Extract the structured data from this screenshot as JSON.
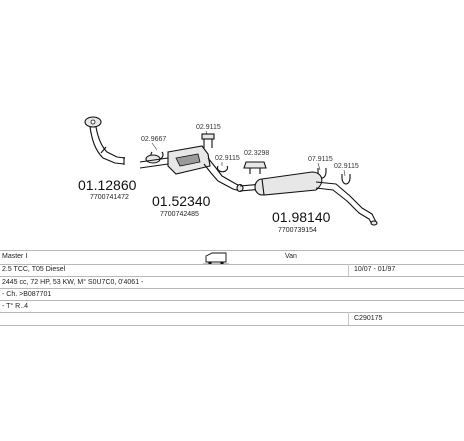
{
  "parts": [
    {
      "number": "01.12860",
      "oe": "7700741472"
    },
    {
      "number": "01.52340",
      "oe": "7700742485"
    },
    {
      "number": "01.98140",
      "oe": "7700739154"
    }
  ],
  "clamps": [
    "02.9667",
    "02.9115",
    "02.9115",
    "02.3298",
    "07.9115",
    "02.9115"
  ],
  "info": {
    "model": "Master I",
    "body": "Van",
    "engine": "2.5 TCC, T05 Diesel",
    "years": "10/07 - 01/97",
    "spec": "2445 cc, 72 HP, 53 KW, M° S0U7C0, 0'4061 -",
    "chassis": "- Ch. >B087701",
    "type": "- T° R..4",
    "code": "C290175"
  }
}
